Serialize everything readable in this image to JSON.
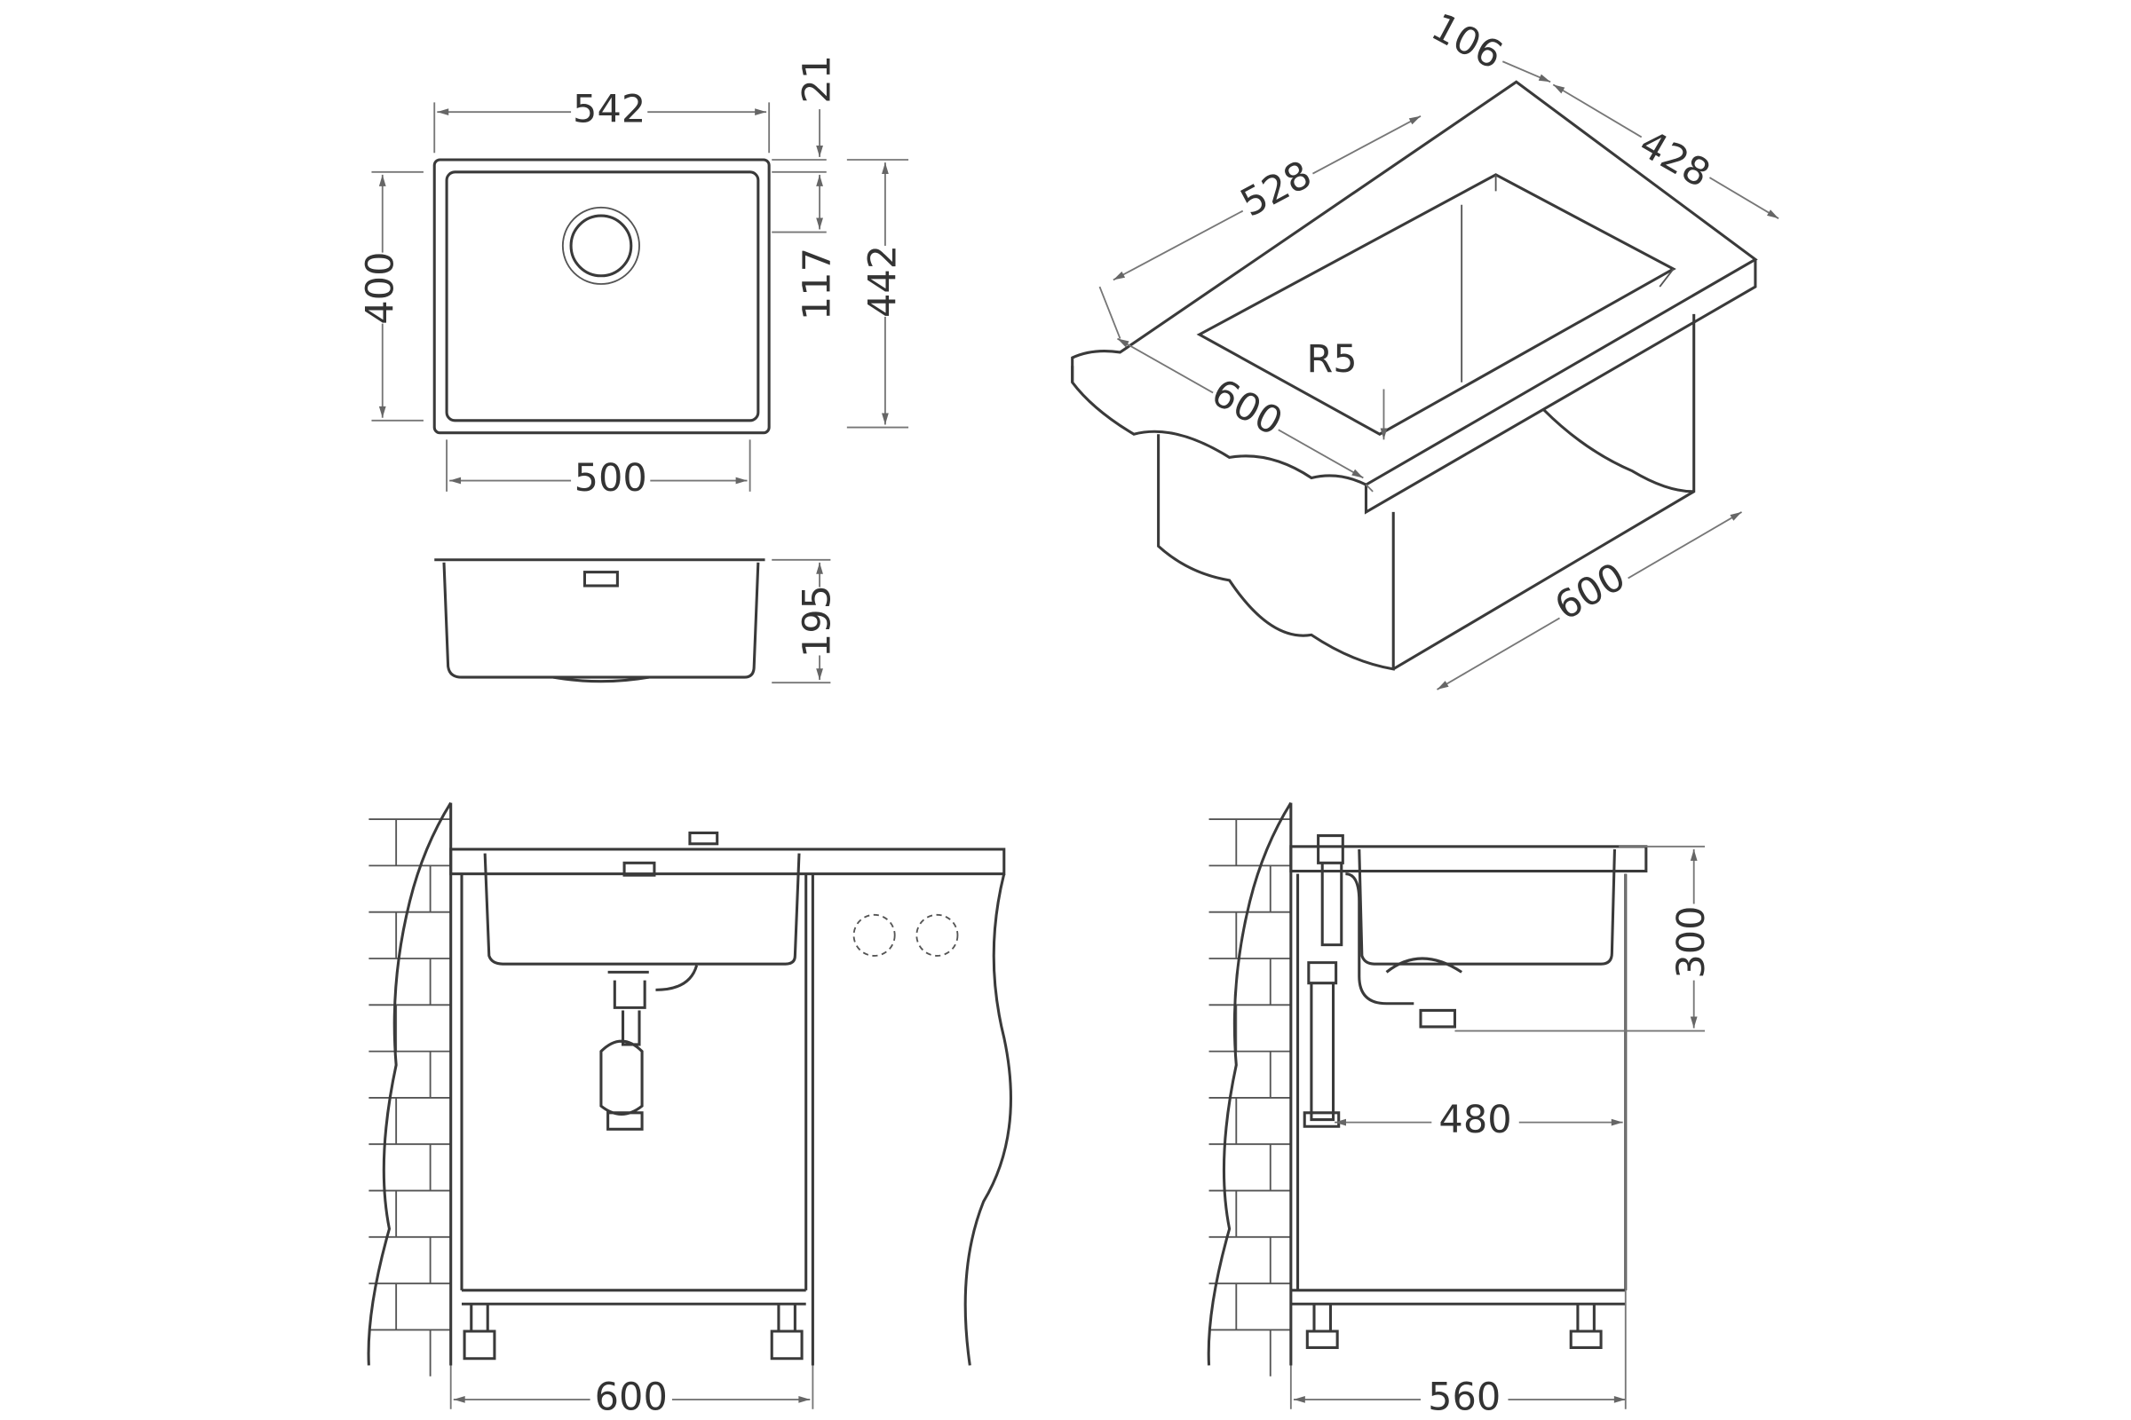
{
  "top_view": {
    "width_outer": "542",
    "rim_offset": "21",
    "height_inner": "400",
    "drain_offset": "117",
    "height_outer": "442",
    "width_inner": "500"
  },
  "side_view": {
    "depth": "195"
  },
  "isometric_view": {
    "back_width": "106",
    "opening_length": "528",
    "opening_depth": "428",
    "corner_radius": "R5",
    "counter_width": "600",
    "cabinet_depth": "600"
  },
  "front_install_view": {
    "cabinet_width": "600"
  },
  "side_install_view": {
    "drain_height": "300",
    "drain_distance": "480",
    "cabinet_depth": "560"
  },
  "colors": {
    "line": "#3a3a3a",
    "dimension": "#777777",
    "background": "#ffffff"
  }
}
